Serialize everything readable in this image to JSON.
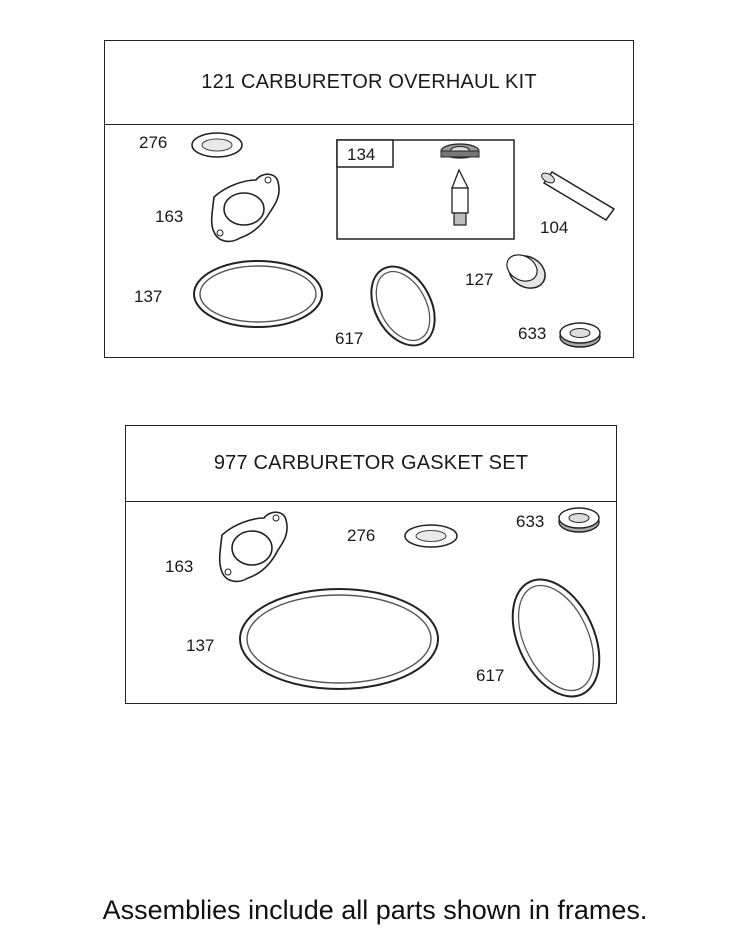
{
  "kits": [
    {
      "title": "121 CARBURETOR OVERHAUL KIT",
      "parts": {
        "washer": "276",
        "gasket_plate": "163",
        "o_ring": "137",
        "needle_seat_group": "134",
        "pin": "104",
        "plug": "127",
        "ring": "617",
        "seal": "633"
      }
    },
    {
      "title": "977 CARBURETOR GASKET SET",
      "parts": {
        "gasket_plate": "163",
        "washer": "276",
        "seal": "633",
        "o_ring": "137",
        "ring": "617"
      }
    }
  ],
  "footnote": "Assemblies include all parts shown in frames."
}
